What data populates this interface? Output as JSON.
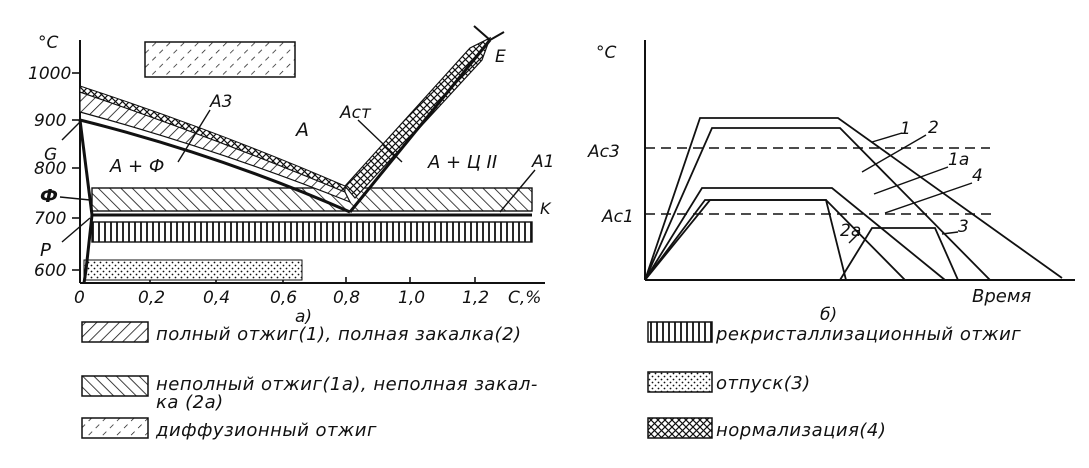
{
  "left_diagram": {
    "y_unit": "°C",
    "y_ticks": [
      "1000",
      "900",
      "800",
      "700",
      "600"
    ],
    "x_ticks": [
      "0",
      "0,2",
      "0,4",
      "0,6",
      "0,8",
      "1,0",
      "1,2"
    ],
    "x_unit": "C,%",
    "caption": "а)",
    "points": {
      "G": "G",
      "E": "E",
      "K": "K",
      "P": "P",
      "F": "Ф"
    },
    "lines": {
      "A3": "A3",
      "Acm": "Aст",
      "A1": "A1"
    },
    "phases": {
      "austenite": "A",
      "austenite_ferrite": "A + Ф",
      "austenite_cementite": "A + Ц II"
    }
  },
  "right_diagram": {
    "y_unit": "°C",
    "x_label": "Время",
    "caption": "б)",
    "levels": {
      "ac3": "Ac3",
      "ac1": "Ac1"
    },
    "curve_labels": [
      "1",
      "2",
      "1a",
      "4",
      "2a",
      "3"
    ]
  },
  "legend": [
    {
      "id": "full-anneal",
      "text": "полный отжиг(1), полная закалка(2)"
    },
    {
      "id": "partial-anneal",
      "text": "неполный отжиг(1а), неполная закал-",
      "text2": "ка (2а)"
    },
    {
      "id": "diffusion-anneal",
      "text": "диффузионный отжиг"
    },
    {
      "id": "recrystallization-anneal",
      "text": "рекристаллизационный отжиг"
    },
    {
      "id": "tempering",
      "text": "отпуск(3)"
    },
    {
      "id": "normalization",
      "text": "нормализация(4)"
    }
  ]
}
